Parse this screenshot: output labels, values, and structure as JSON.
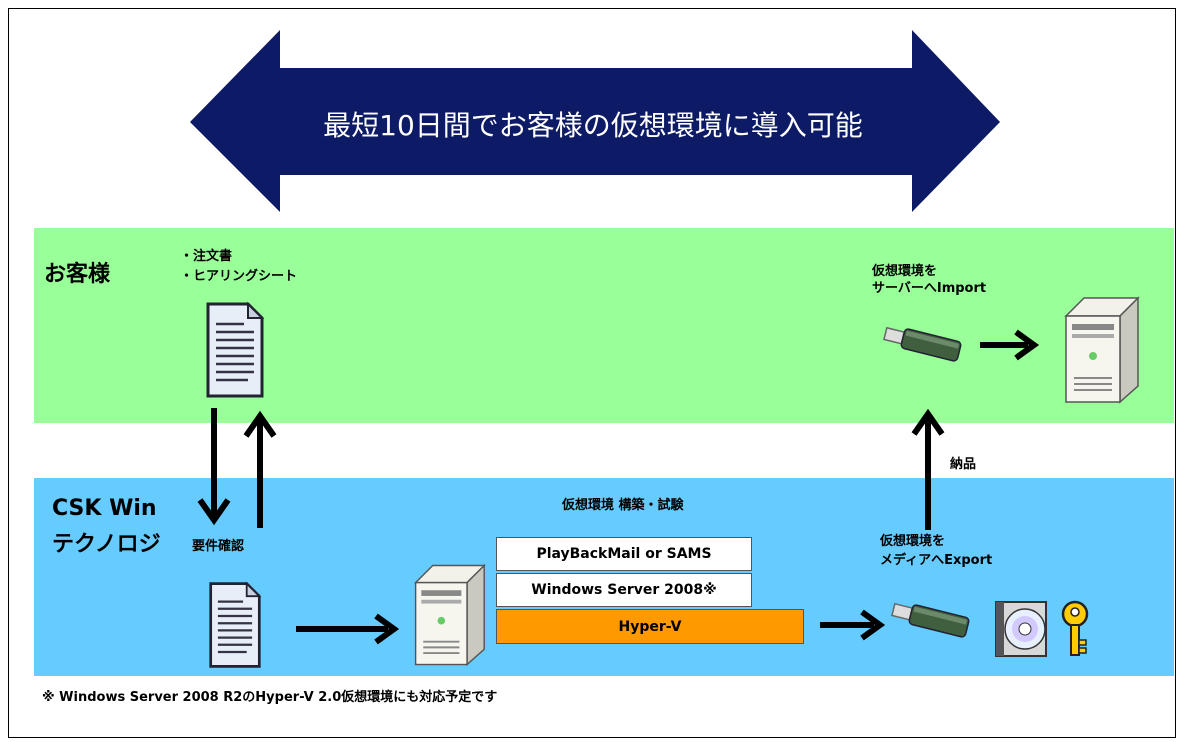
{
  "banner": {
    "text": "最短10日間でお客様の仮想環境に導入可能",
    "color": "#0d1a66"
  },
  "customer": {
    "label": "お客様",
    "docs_line1": "・注文書",
    "docs_line2": "・ヒアリングシート",
    "import_line1": "仮想環境を",
    "import_line2": "サーバーへImport",
    "band_color": "#99ff99"
  },
  "csk": {
    "label_line1": "CSK Win",
    "label_line2": "テクノロジ",
    "requirements": "要件確認",
    "build_title": "仮想環境 構築・試験",
    "stack": [
      "PlayBackMail or SAMS",
      "Windows Server 2008※",
      "Hyper-V"
    ],
    "hyperv_color": "#ff9900",
    "export_line1": "仮想環境を",
    "export_line2": "メディアへExport",
    "delivery": "納品",
    "band_color": "#66ccff"
  },
  "footnote": "※ Windows Server 2008 R2のHyper-V 2.0仮想環境にも対応予定です",
  "icons": [
    "document-icon",
    "server-icon",
    "usb-drive-icon",
    "cd-icon",
    "key-icon"
  ]
}
